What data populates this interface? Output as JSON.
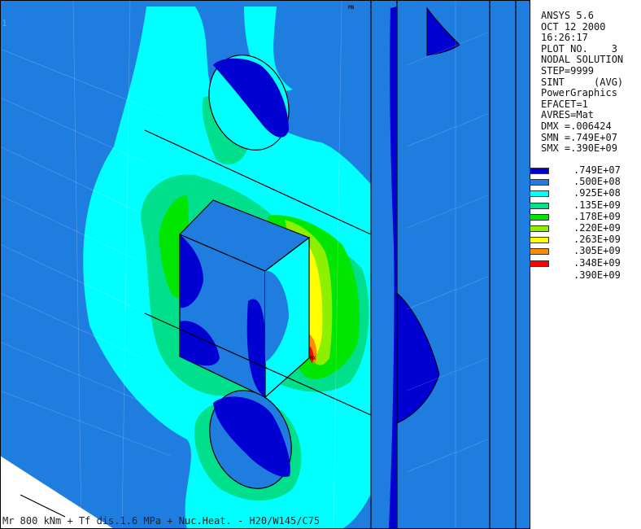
{
  "viewport": {
    "window_number": "1",
    "bottom_caption": "Mr 800 kNm + Tf dis.1.6 MPa + Nuc.Heat. - H20/W145/C75",
    "min_marker": "MN",
    "max_marker": "MX"
  },
  "info": {
    "lines": [
      "ANSYS 5.6",
      "OCT 12 2000",
      "16:26:17",
      "PLOT NO.    3",
      "NODAL SOLUTION",
      "STEP=9999",
      "SINT     (AVG)",
      "PowerGraphics",
      "EFACET=1",
      "AVRES=Mat",
      "DMX =.006424",
      "SMN =.749E+07",
      "SMX =.390E+09"
    ]
  },
  "legend": {
    "entries": [
      {
        "label": ".749E+07",
        "color": "#0000d2"
      },
      {
        "label": ".500E+08",
        "color": "#1f7de0"
      },
      {
        "label": ".925E+08",
        "color": "#00ffff"
      },
      {
        "label": ".135E+09",
        "color": "#00e08c"
      },
      {
        "label": ".178E+09",
        "color": "#00e600"
      },
      {
        "label": ".220E+09",
        "color": "#8cf000"
      },
      {
        "label": ".263E+09",
        "color": "#ffff00"
      },
      {
        "label": ".305E+09",
        "color": "#ff8c00"
      },
      {
        "label": ".348E+09",
        "color": "#ff0000"
      }
    ],
    "max_label": ".390E+09"
  },
  "colors": {
    "background_blue": "#1f7de0",
    "dark_blue": "#0000d2",
    "cyan": "#00ffff",
    "aqua_green": "#00e08c",
    "green": "#00e600",
    "yellow_green": "#8cf000",
    "yellow": "#ffff00",
    "orange": "#ff8c00",
    "red": "#ff0000"
  }
}
